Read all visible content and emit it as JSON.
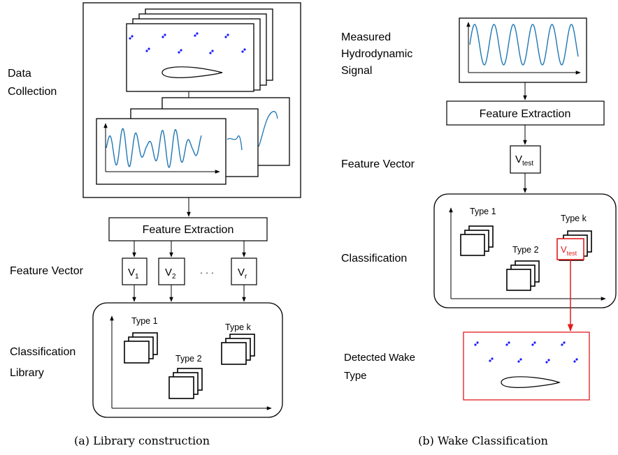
{
  "panel_a": {
    "data_collection": [
      "Data",
      "Collection"
    ],
    "feature_extraction": "Feature Extraction",
    "feature_vector": "Feature Vector",
    "vectors": [
      {
        "base": "V",
        "sub": "1"
      },
      {
        "base": "V",
        "sub": "2"
      },
      {
        "base": "V",
        "sub": "r"
      }
    ],
    "ellipsis": "· · ·",
    "classification": [
      "Classification",
      "Library"
    ],
    "types": [
      "Type 1",
      "Type 2",
      "Type k"
    ],
    "caption": "(a) Library construction"
  },
  "panel_b": {
    "measured": [
      "Measured",
      "Hydrodynamic",
      "Signal"
    ],
    "feature_extraction": "Feature Extraction",
    "feature_vector": "Feature Vector",
    "vtest": {
      "base": "V",
      "sub": "test"
    },
    "classification": "Classification",
    "types": [
      "Type 1",
      "Type 2",
      "Type k"
    ],
    "detected": [
      "Detected Wake",
      "Type"
    ],
    "caption": "(b) Wake Classification"
  },
  "colors": {
    "line": "#000000",
    "signal": "#1f77b4",
    "dots": "#1a1aff",
    "highlight": "#e31a1c"
  }
}
